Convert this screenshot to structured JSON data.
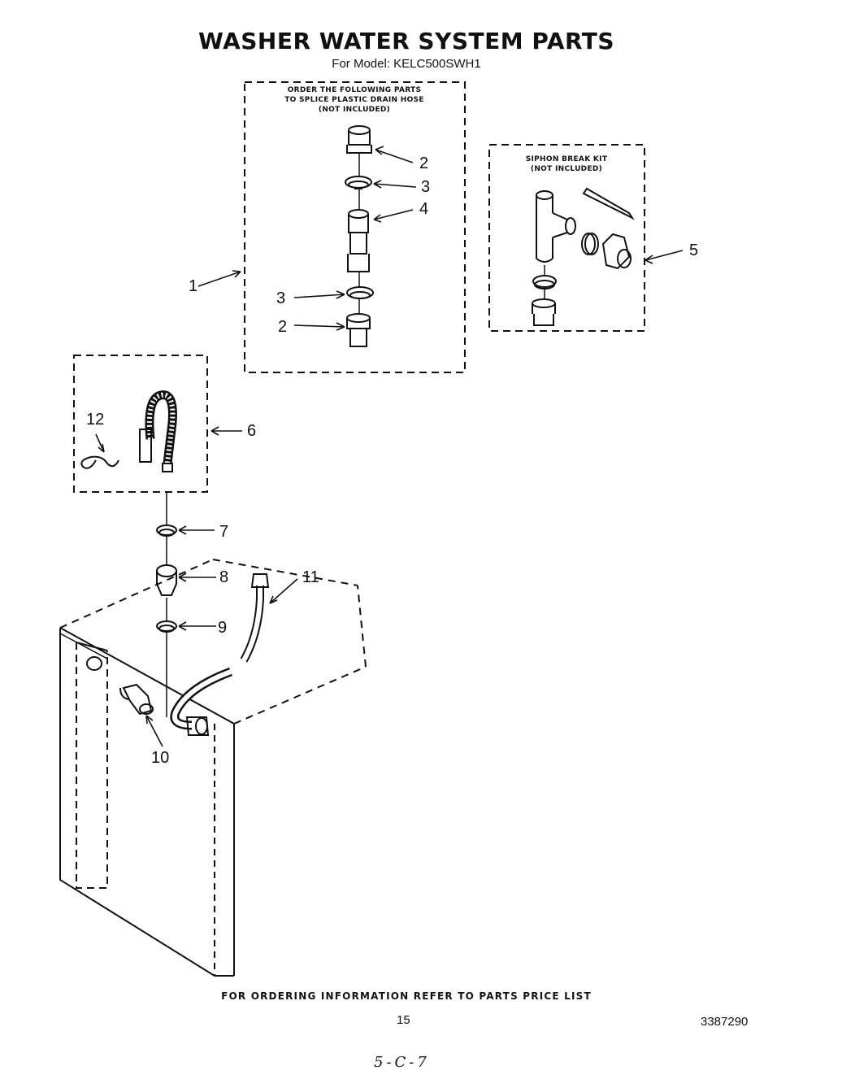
{
  "header": {
    "title": "WASHER WATER SYSTEM PARTS",
    "model_line": "For Model: KELC500SWH1"
  },
  "boxes": {
    "splice_kit_note": [
      "ORDER THE FOLLOWING PARTS",
      "TO SPLICE PLASTIC DRAIN HOSE",
      "(NOT INCLUDED)"
    ],
    "siphon_kit_note": [
      "SIPHON BREAK KIT",
      "(NOT INCLUDED)"
    ]
  },
  "callouts": {
    "c1": "1",
    "c2a": "2",
    "c3a": "3",
    "c4": "4",
    "c3b": "3",
    "c2b": "2",
    "c5": "5",
    "c6": "6",
    "c7": "7",
    "c8": "8",
    "c9": "9",
    "c10": "10",
    "c11": "11",
    "c12": "12"
  },
  "footer": {
    "ordering_note": "FOR ORDERING INFORMATION REFER TO PARTS PRICE LIST",
    "page_number": "15",
    "doc_number": "3387290",
    "handwritten": "5-C-7"
  }
}
